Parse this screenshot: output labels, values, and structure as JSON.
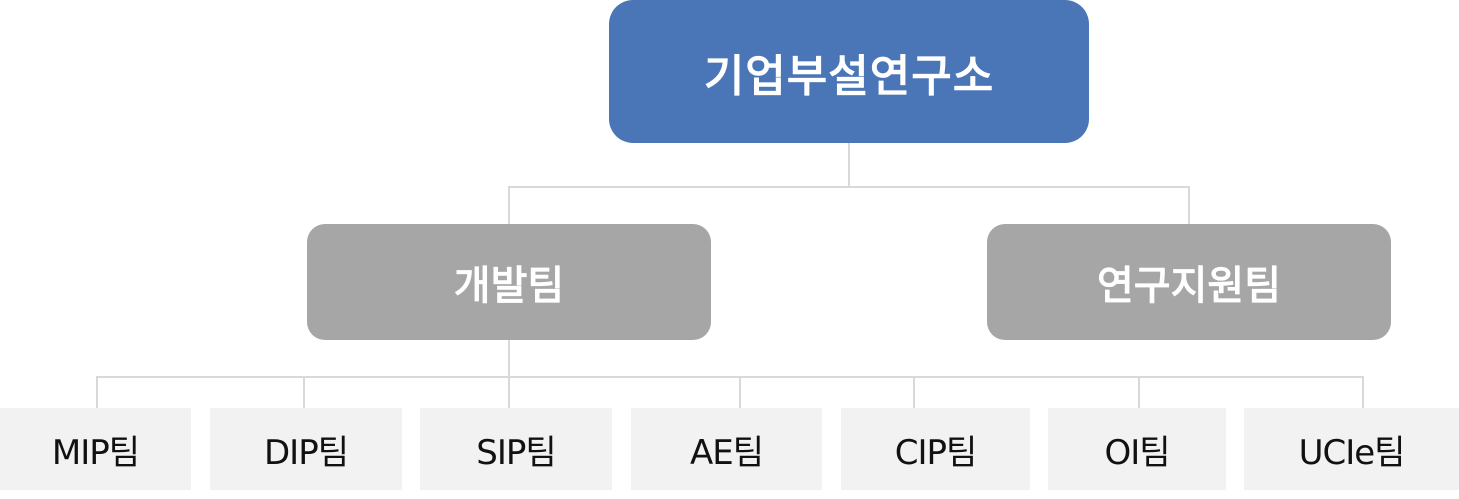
{
  "root": {
    "label": "기업부설연구소",
    "color": "#4a76b8"
  },
  "departments": [
    {
      "label": "개발팀",
      "color": "#a6a6a6"
    },
    {
      "label": "연구지원팀",
      "color": "#a6a6a6"
    }
  ],
  "teams": [
    {
      "label": "MIP팀"
    },
    {
      "label": "DIP팀"
    },
    {
      "label": "SIP팀"
    },
    {
      "label": "AE팀"
    },
    {
      "label": "CIP팀"
    },
    {
      "label": "OI팀"
    },
    {
      "label": "UCIe팀"
    }
  ],
  "connector_color": "#d9d9d9"
}
